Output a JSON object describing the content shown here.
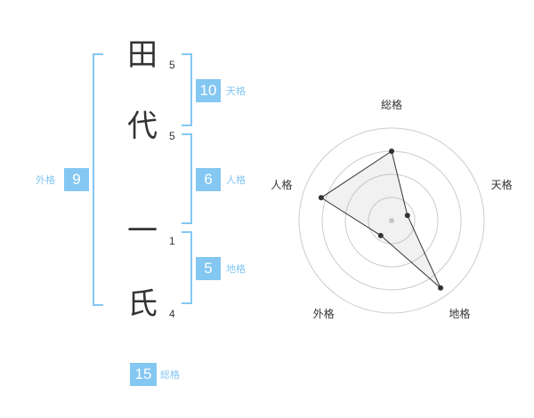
{
  "name_chars": [
    {
      "char": "田",
      "strokes": "5"
    },
    {
      "char": "代",
      "strokes": "5"
    },
    {
      "char": "一",
      "strokes": "1"
    },
    {
      "char": "氏",
      "strokes": "4"
    }
  ],
  "kakusu": {
    "tenkaku": {
      "value": "10",
      "label": "天格"
    },
    "jinkaku": {
      "value": "6",
      "label": "人格"
    },
    "chikaku": {
      "value": "5",
      "label": "地格"
    },
    "gaikaku": {
      "value": "9",
      "label": "外格"
    },
    "soukaku": {
      "value": "15",
      "label": "総格"
    }
  },
  "colors": {
    "accent": "#84c7f2",
    "text": "#333333",
    "grid": "#cccccc"
  },
  "chart_data": {
    "type": "radar",
    "axes": [
      "総格",
      "天格",
      "地格",
      "外格",
      "人格"
    ],
    "values": [
      0.75,
      0.18,
      0.9,
      0.2,
      0.8
    ],
    "range": [
      0,
      1
    ],
    "rings": 4,
    "grid": true
  }
}
